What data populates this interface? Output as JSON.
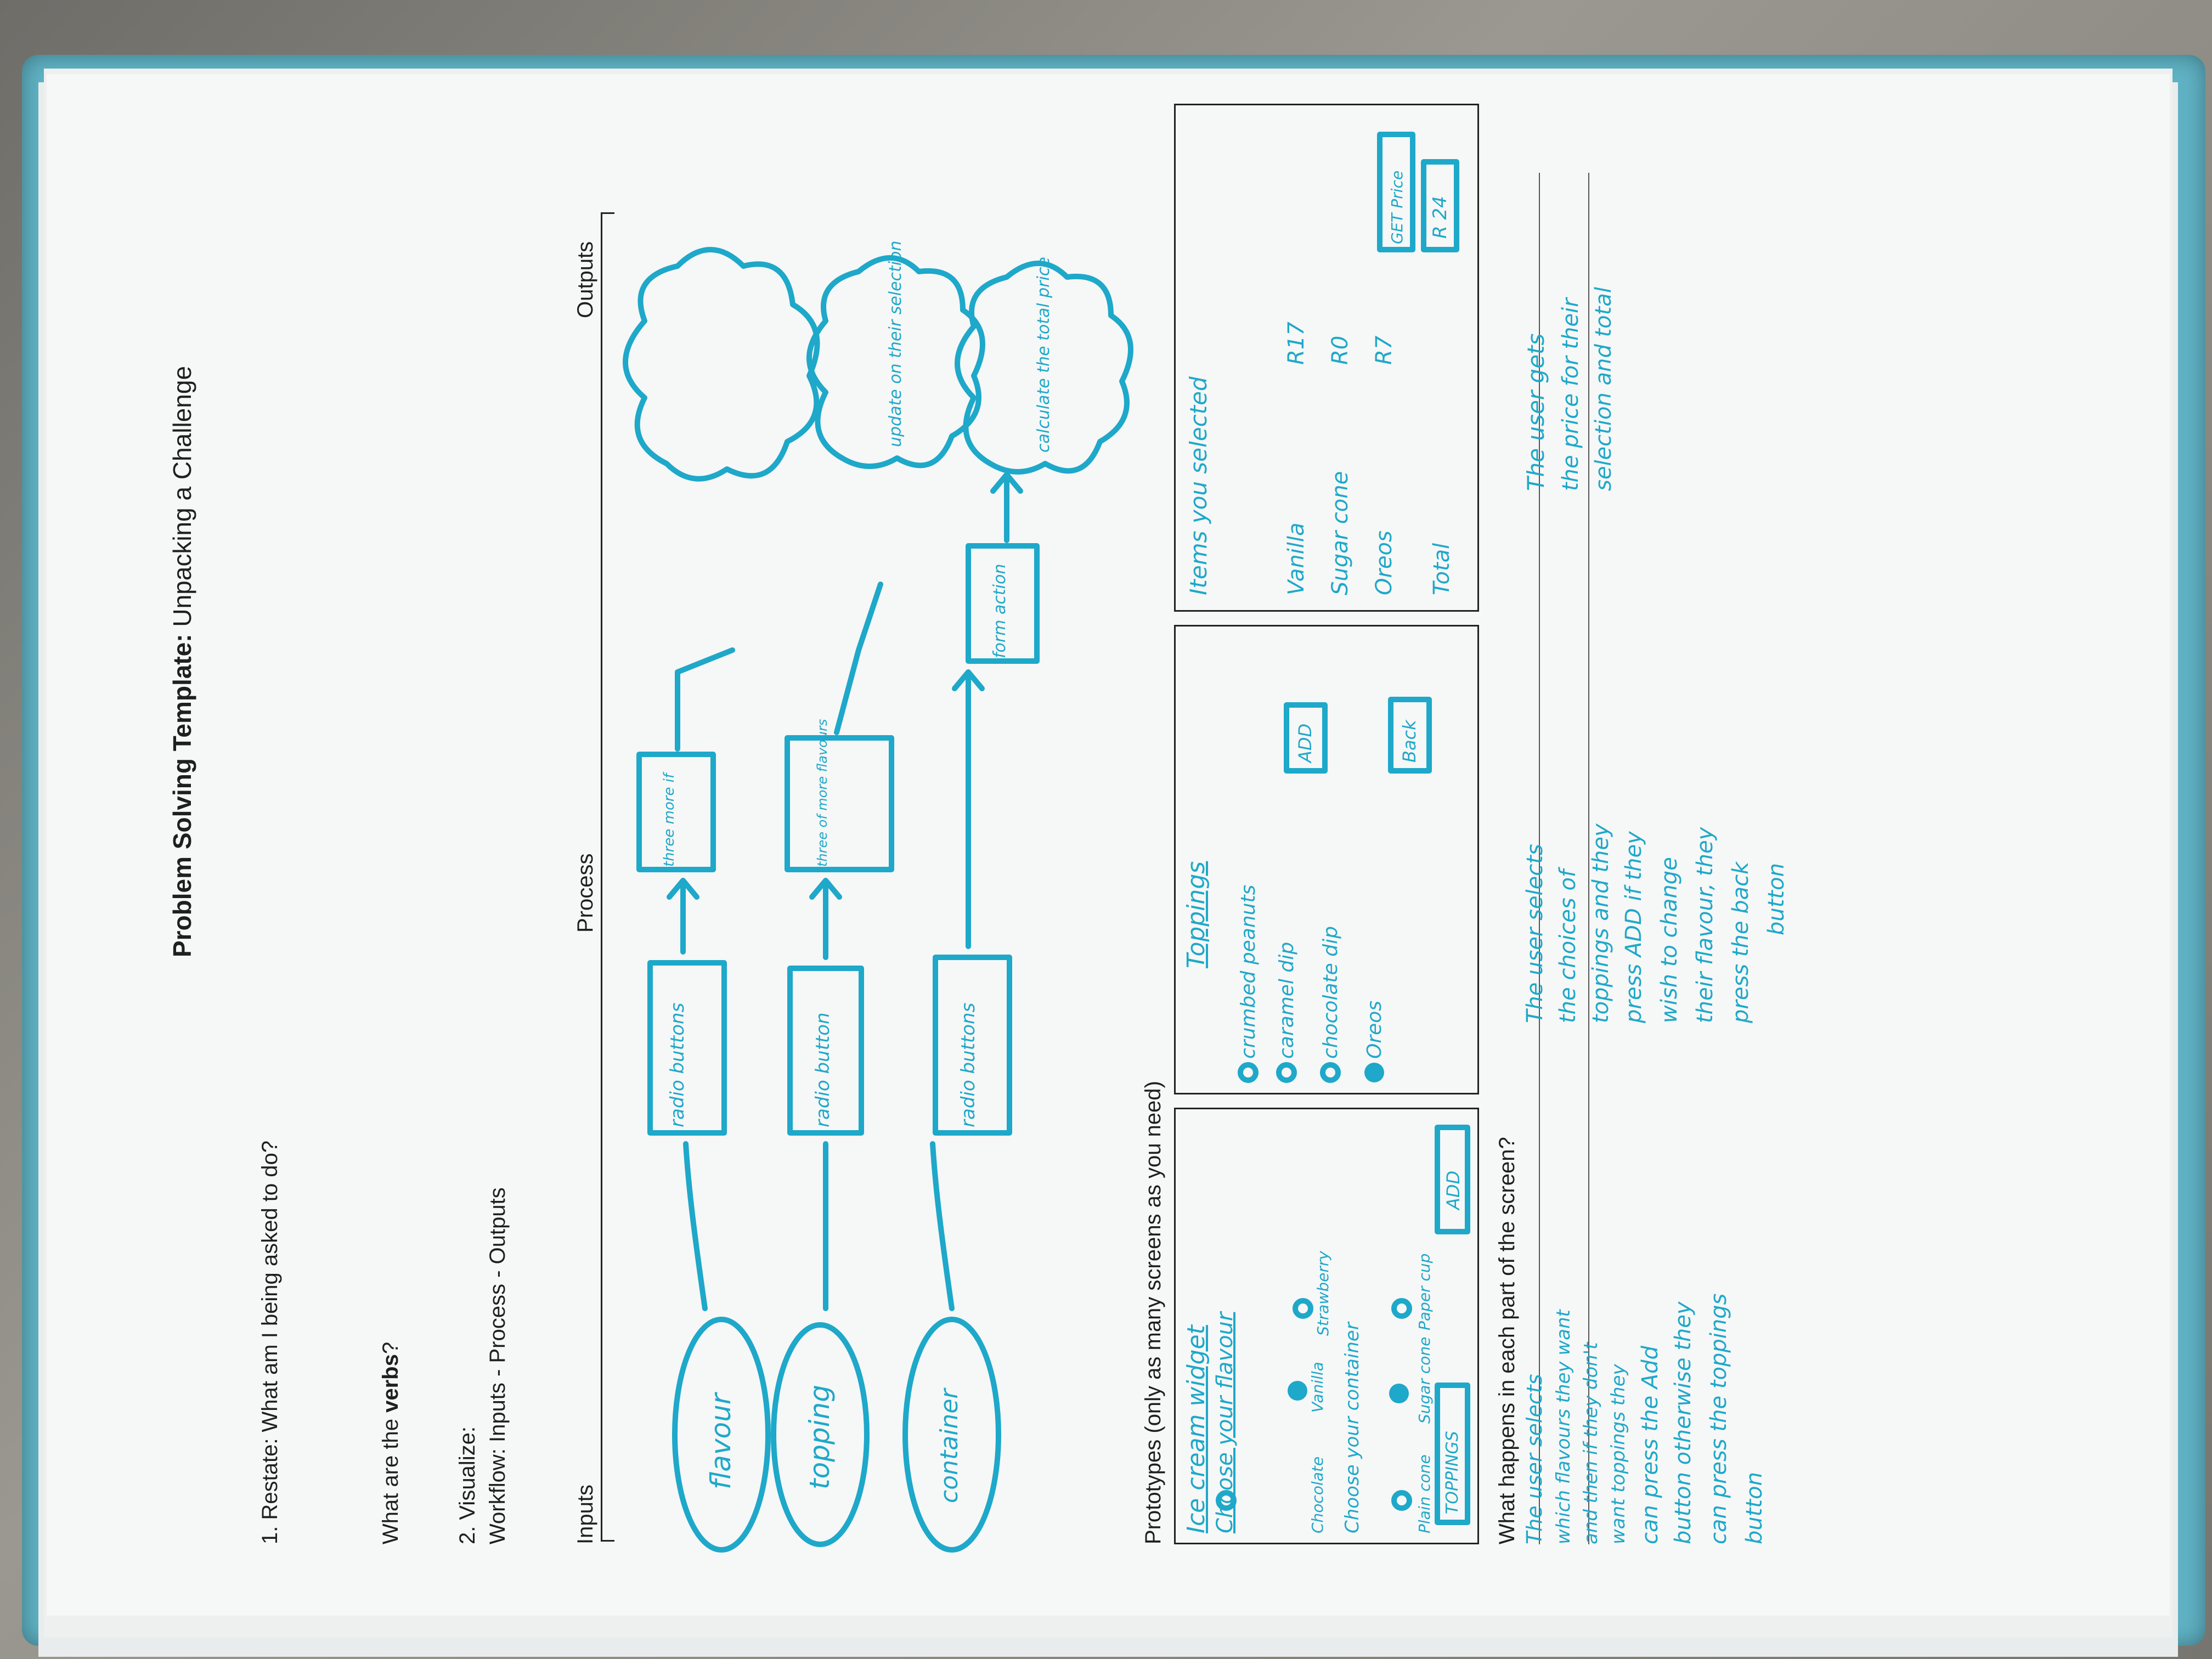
{
  "template": {
    "title_bold": "Problem Solving Template:",
    "title_rest": " Unpacking a Challenge",
    "q1": "1. Restate: What am I being asked to do?",
    "verbs_q_pre": "What are the ",
    "verbs_q_bold": "verbs",
    "verbs_q_post": "?",
    "q2": "2. Visualize:",
    "workflow": "Workflow: Inputs - Process - Outputs",
    "col_inputs": "Inputs",
    "col_process": "Process",
    "col_outputs": "Outputs",
    "prototypes_heading": "Prototypes (only as many screens as you need)",
    "happens_heading": "What happens in each part of the screen?"
  },
  "workflow": {
    "inputs": [
      "flavour",
      "topping",
      "container"
    ],
    "process": [
      "radio buttons",
      "radio button",
      "radio buttons"
    ],
    "process2": [
      "three more if",
      "three of more flavours",
      "form action"
    ],
    "outputs": [
      "",
      "update on their selection",
      "calculate the total price"
    ]
  },
  "screens": {
    "screen1": {
      "title": "Ice cream widget",
      "prompt_flavour": "Choose your flavour",
      "flavours": [
        "Chocolate",
        "Vanilla",
        "Strawberry"
      ],
      "prompt_container": "Choose your container",
      "containers": [
        "Plain cone",
        "Sugar cone",
        "Paper cup"
      ],
      "btn_add": "ADD",
      "btn_toppings": "TOPPINGS"
    },
    "screen2": {
      "title": "Toppings",
      "items": [
        "crumbed peanuts",
        "caramel dip",
        "chocolate dip",
        "Oreos"
      ],
      "btn_add": "ADD",
      "btn_back": "Back"
    },
    "screen3": {
      "title": "Items you selected",
      "rows": [
        {
          "name": "Vanilla",
          "price": "R17"
        },
        {
          "name": "Sugar cone",
          "price": "R0"
        },
        {
          "name": "Oreos",
          "price": "R7"
        }
      ],
      "total_label": "Total",
      "btn_get_price": "GET Price",
      "total_value": "R 24"
    }
  },
  "explanations": {
    "col1": [
      "The user selects",
      "which flavours they want",
      "and then if they don't",
      "want toppings they",
      "can press the Add",
      "button otherwise they",
      "can press the toppings",
      "button"
    ],
    "col2": [
      "The user selects",
      "the choices of",
      "toppings and they",
      "press ADD if they",
      "wish to change",
      "their flavour, they",
      "press the back",
      "button"
    ],
    "col3": [
      "The user gets",
      "the price for their",
      "selection and total"
    ]
  }
}
